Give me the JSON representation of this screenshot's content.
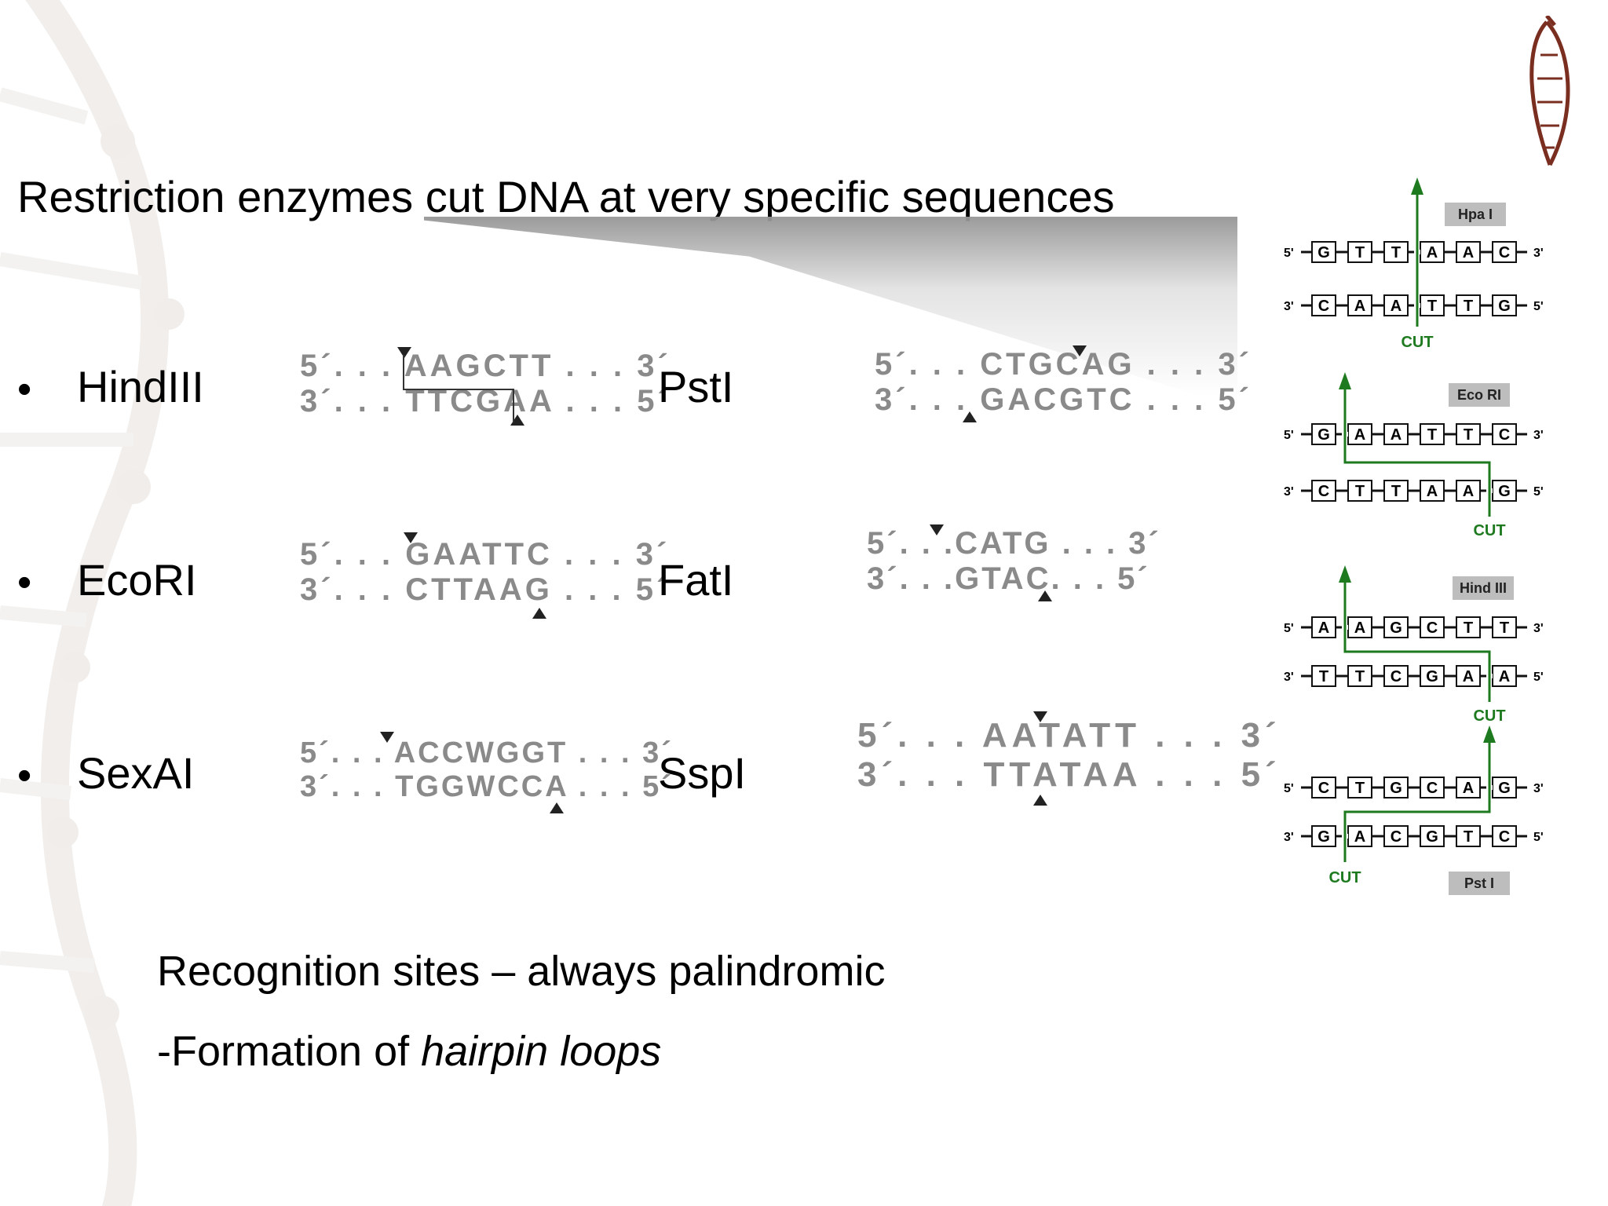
{
  "slide": {
    "title": "Restriction enzymes cut DNA at very specific sequences",
    "bullet_char": "•",
    "enzymes_left": [
      {
        "name": "HindIII",
        "top": "5´. . . AAGCTT . . . 3´",
        "bottom": "3´. . . TTCGAA . . . 5´"
      },
      {
        "name": "EcoRI",
        "top": "5´. . . GAATTC . . . 3´",
        "bottom": "3´. . . CTTAAG . . . 5´"
      },
      {
        "name": "SexAI",
        "top": "5´. . . ACCWGGT . . . 3´",
        "bottom": "3´. . . TGGWCCA . . . 5´"
      }
    ],
    "enzymes_right": [
      {
        "name": "PstI",
        "top": "5´. . . CTGCAG . . . 3´",
        "bottom": "3´. . . GACGTC . . . 5´"
      },
      {
        "name": "FatI",
        "top": "5´. . .CATG . . . 3´",
        "bottom": "3´. . .GTAC. . . 5´"
      },
      {
        "name": "SspI",
        "top": "5´. . . AATATT . . . 3´",
        "bottom": "3´. . . TTATAA . . . 5´"
      }
    ],
    "footer_line1": "Recognition sites – always palindromic",
    "footer_line2_prefix": "-Formation of ",
    "footer_line2_italic": "hairpin loops"
  },
  "figure": {
    "cut_label": "CUT",
    "five_prime": "5'",
    "three_prime": "3'",
    "panels": [
      {
        "label": "Hpa I",
        "top": [
          "G",
          "T",
          "T",
          "A",
          "A",
          "C"
        ],
        "bottom": [
          "C",
          "A",
          "A",
          "T",
          "T",
          "G"
        ]
      },
      {
        "label": "Eco RI",
        "top": [
          "G",
          "A",
          "A",
          "T",
          "T",
          "C"
        ],
        "bottom": [
          "C",
          "T",
          "T",
          "A",
          "A",
          "G"
        ]
      },
      {
        "label": "Hind III",
        "top": [
          "A",
          "A",
          "G",
          "C",
          "T",
          "T"
        ],
        "bottom": [
          "T",
          "T",
          "C",
          "G",
          "A",
          "A"
        ]
      },
      {
        "label": "Pst I",
        "top": [
          "C",
          "T",
          "G",
          "C",
          "A",
          "G"
        ],
        "bottom": [
          "G",
          "A",
          "C",
          "G",
          "T",
          "C"
        ]
      }
    ],
    "colors": {
      "cut_line": "#1e7a1e",
      "label_box": "#bdbdbd"
    }
  }
}
